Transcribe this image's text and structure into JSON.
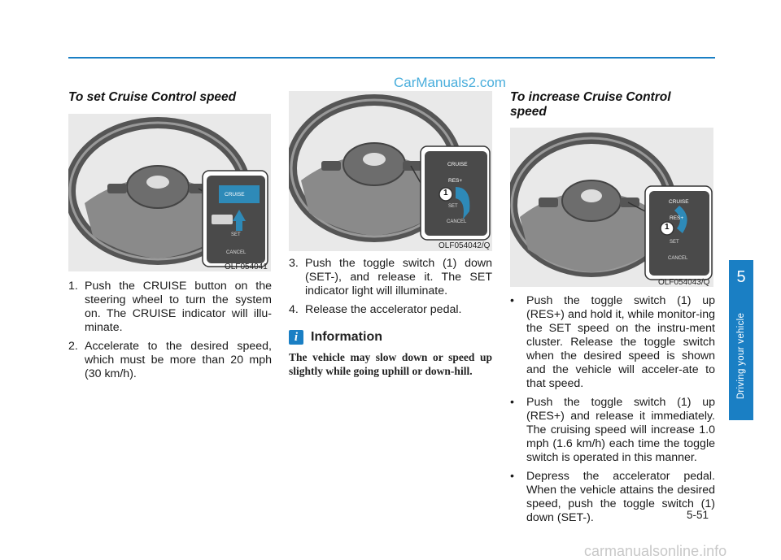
{
  "watermark_top": "CarManuals2.com",
  "watermark_bottom": "carmanualsonline.info",
  "col1": {
    "heading": "To set Cruise Control speed",
    "figure_code": "OLF054041",
    "steps": [
      {
        "num": "1.",
        "text": "Push the CRUISE button on the steering wheel to turn the system on. The CRUISE indicator will illu-minate."
      },
      {
        "num": "2.",
        "text": "Accelerate to the desired speed, which must be more than 20 mph (30 km/h)."
      }
    ],
    "panel_labels": {
      "cruise": "CRUISE",
      "set": "SET",
      "cancel": "CANCEL"
    }
  },
  "col2": {
    "figure_code": "OLF054042/Q",
    "steps": [
      {
        "num": "3.",
        "text": "Push the toggle switch (1) down (SET-), and release it. The SET indicator light will illuminate."
      },
      {
        "num": "4.",
        "text": "Release the accelerator pedal."
      }
    ],
    "info_icon": "i",
    "info_title": "Information",
    "info_text": "The vehicle may slow down or speed up slightly while going uphill or down-hill.",
    "panel_labels": {
      "cruise": "CRUISE",
      "res": "RES+",
      "set": "SET",
      "cancel": "CANCEL",
      "callout": "1"
    }
  },
  "col3": {
    "heading_line1": "To increase Cruise Control",
    "heading_line2": "speed",
    "figure_code": "OLF054043/Q",
    "bullets": [
      "Push the toggle switch (1) up (RES+) and hold it, while monitor-ing the SET speed on the instru-ment cluster. Release the toggle switch when the desired speed is shown and the vehicle will acceler-ate to that speed.",
      "Push the toggle switch (1) up (RES+) and release it immediately. The cruising speed will increase 1.0 mph (1.6 km/h) each time the toggle switch is operated in this manner.",
      "Depress the accelerator pedal. When the vehicle attains the desired speed, push the toggle switch (1) down (SET-)."
    ],
    "panel_labels": {
      "cruise": "CRUISE",
      "res": "RES+",
      "set": "SET",
      "cancel": "CANCEL",
      "callout": "1"
    }
  },
  "side_tab": {
    "number": "5",
    "label": "Driving your vehicle"
  },
  "page_number": "5-51",
  "colors": {
    "accent": "#1a7fc4",
    "figure_bg": "#e9e9e9"
  }
}
